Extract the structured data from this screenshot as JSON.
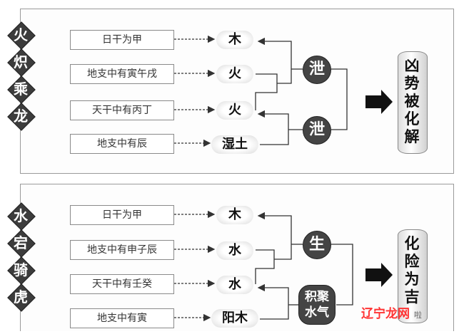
{
  "top": {
    "tag_chars": [
      "火",
      "炽",
      "乘",
      "龙"
    ],
    "rules": [
      "日干为甲",
      "地支中有寅午戌",
      "天干中有丙丁",
      "地支中有辰"
    ],
    "elements": [
      "木",
      "火",
      "火",
      "湿土"
    ],
    "connectors": [
      "泄",
      "泄"
    ],
    "result": "凶势被化解"
  },
  "bottom": {
    "tag_chars": [
      "水",
      "宕",
      "骑",
      "虎"
    ],
    "rules": [
      "日干为甲",
      "地支中有申子辰",
      "天干中有壬癸",
      "地支中有寅"
    ],
    "elements": [
      "木",
      "水",
      "水",
      "阳木"
    ],
    "connectors": [
      "生",
      "积聚水气"
    ],
    "result": "化险为吉"
  },
  "watermark": {
    "logo": "辽宁龙网",
    "suffix": "啦"
  }
}
